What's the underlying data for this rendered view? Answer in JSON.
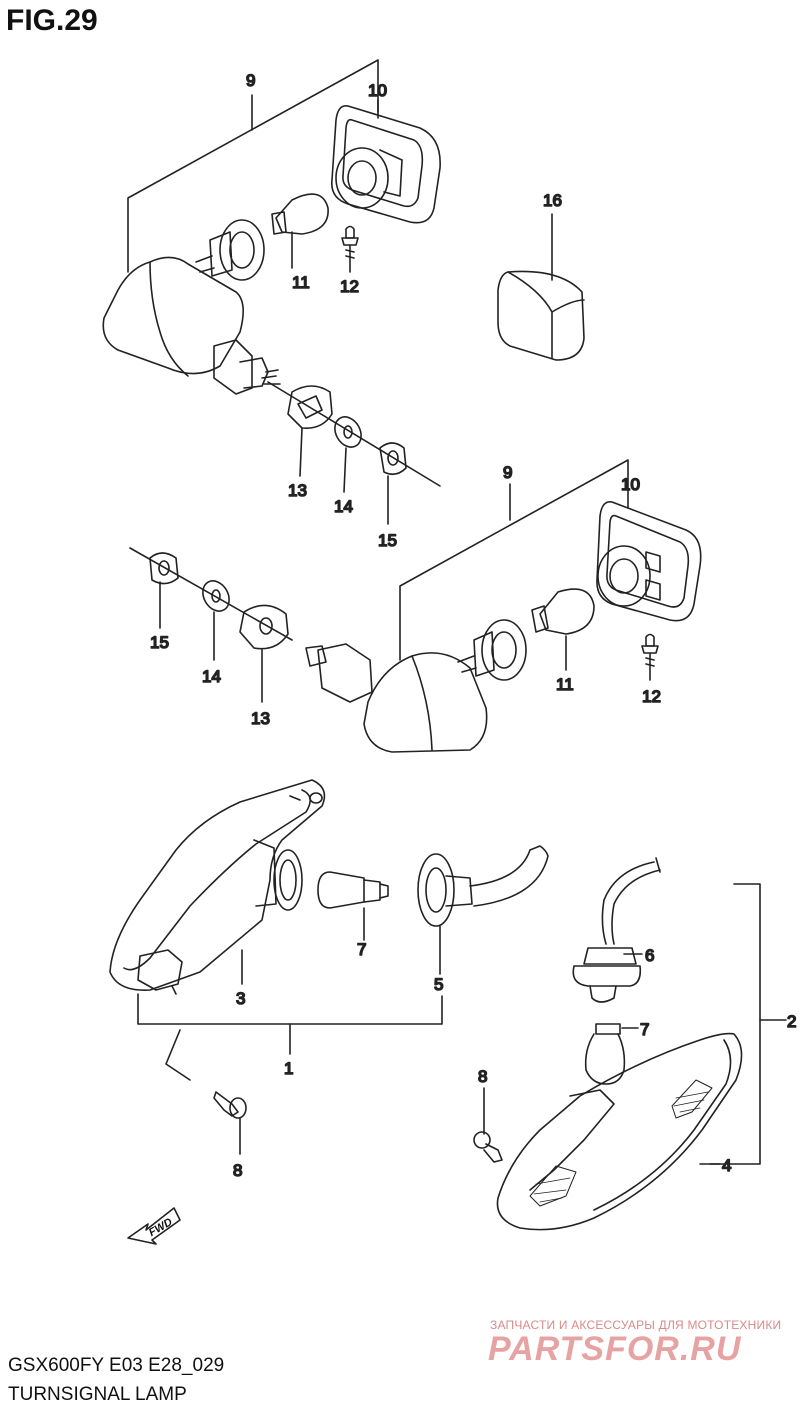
{
  "figure": {
    "title": "FIG.29"
  },
  "footer": {
    "model_code": "GSX600FY E03 E28_029",
    "part_name": "TURNSIGNAL LAMP"
  },
  "watermark": {
    "tagline": "ЗАПЧАСТИ И АКСЕССУАРЫ ДЛЯ МОТОТЕХНИКИ",
    "logo": "PARTSFOR.RU"
  },
  "direction_marker": {
    "label": "FWD"
  },
  "callouts": {
    "top_9": "9",
    "top_10": "10",
    "top_11": "11",
    "top_12": "12",
    "top_13": "13",
    "top_14": "14",
    "top_15": "15",
    "top_16": "16",
    "mid_9": "9",
    "mid_10": "10",
    "mid_11": "11",
    "mid_12": "12",
    "mid_13": "13",
    "mid_14": "14",
    "mid_15": "15",
    "rear_1": "1",
    "rear_3": "3",
    "rear_5": "5",
    "rear_7": "7",
    "rear_8": "8",
    "front_2": "2",
    "front_4": "4",
    "front_6": "6",
    "front_7": "7",
    "front_8": "8"
  }
}
